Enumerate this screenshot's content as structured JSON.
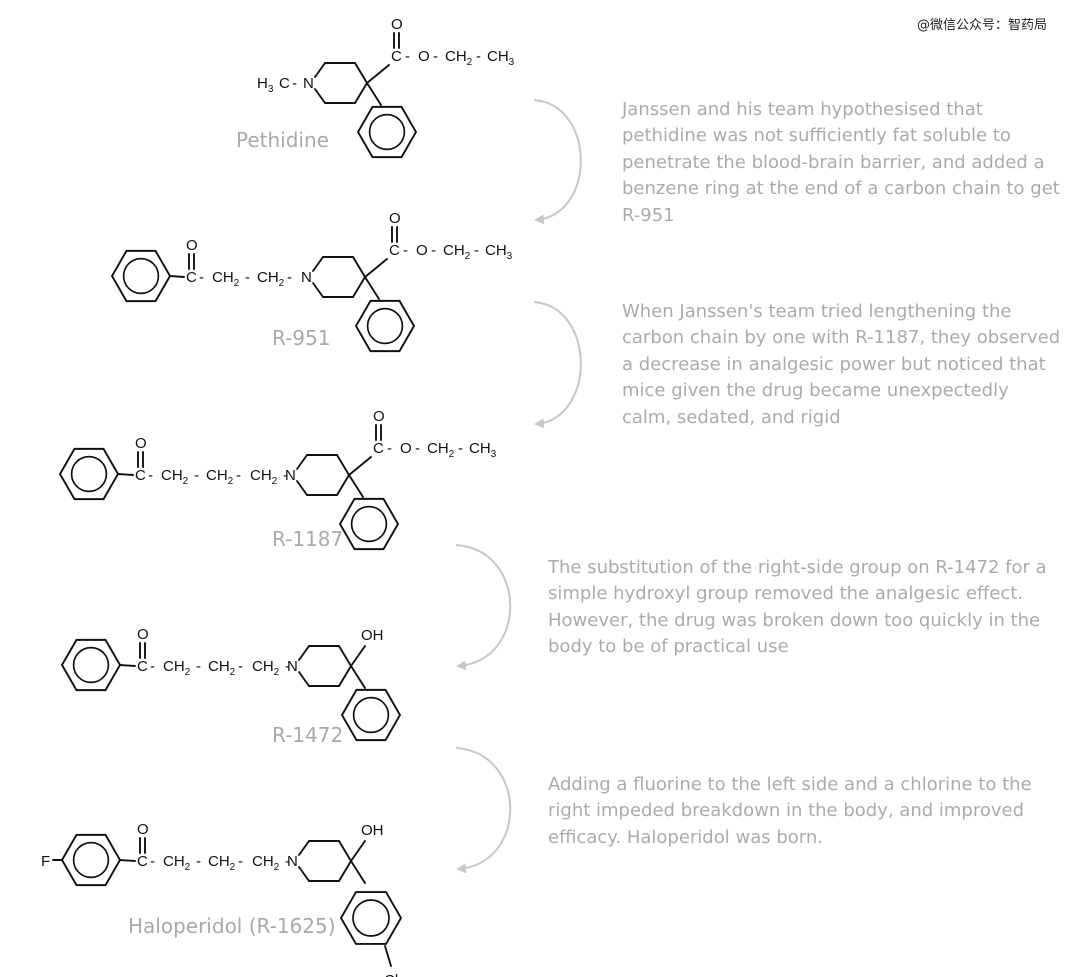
{
  "watermark": "@微信公众号：智药局",
  "compounds": [
    {
      "name": "Pethidine"
    },
    {
      "name": "R-951"
    },
    {
      "name": "R-1187"
    },
    {
      "name": "R-1472"
    },
    {
      "name": "Haloperidol (R-1625)"
    }
  ],
  "notes": [
    "Janssen and his team hypothesised that pethidine was not sufficiently fat soluble to penetrate the blood-brain barrier, and added a benzene ring at the end of a carbon chain to get R-951",
    "When Janssen's team tried lengthening the carbon chain by one with R-1187, they observed a decrease in analgesic power but noticed that mice given the drug became unexpectedly calm, sedated, and rigid",
    "The substitution of the right-side group on R-1472 for a simple hydroxyl group removed the analgesic effect. However, the drug was broken down too quickly in the body to be of practical use",
    "Adding a fluorine to the left side and a chlorine to the right impeded breakdown in the body, and improved efficacy. Haloperidol was born."
  ],
  "atoms": {
    "methyl": "H",
    "methyl_sub": "3",
    "carbon": "C",
    "nitrogen": "N",
    "oxygen": "O",
    "methylene": "CH",
    "methylene_sub": "2",
    "methyl_group": "CH",
    "methyl_group_sub": "3",
    "hydroxyl": "OH",
    "fluorine": "F",
    "chlorine": "Cl",
    "bond_dash": "-"
  },
  "colors": {
    "label": "#a9a9a9",
    "note": "#ababab",
    "bond": "#111111",
    "arrow": "#c8c8c8"
  }
}
